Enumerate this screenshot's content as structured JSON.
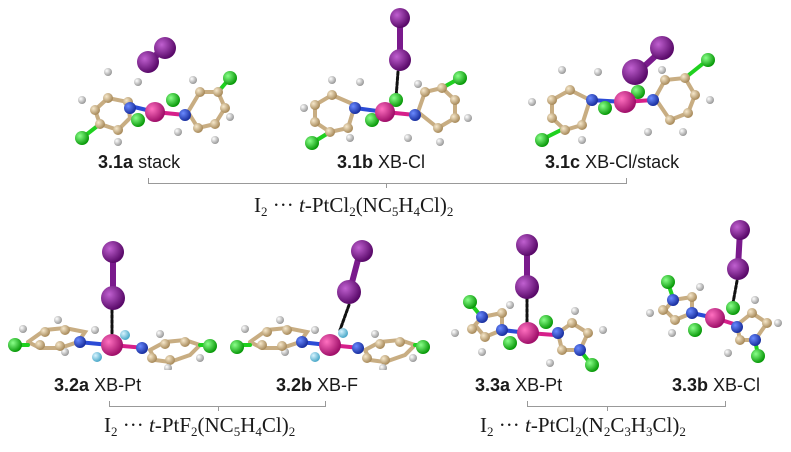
{
  "figure": {
    "group1": {
      "formula_parts": {
        "a": "I",
        "a_sub": "2",
        "dots": " ··· ",
        "t": "t",
        "b": "-PtCl",
        "b_sub": "2",
        "c": "(NC",
        "c_sub": "5",
        "d": "H",
        "d_sub": "4",
        "e": "Cl)",
        "e_sub": "2"
      },
      "structures": [
        {
          "id": "3.1a",
          "desc": "stack"
        },
        {
          "id": "3.1b",
          "desc": "XB-Cl"
        },
        {
          "id": "3.1c",
          "desc": "XB-Cl/stack"
        }
      ]
    },
    "group2": {
      "formula_parts": {
        "a": "I",
        "a_sub": "2",
        "dots": " ··· ",
        "t": "t",
        "b": "-PtF",
        "b_sub": "2",
        "c": "(NC",
        "c_sub": "5",
        "d": "H",
        "d_sub": "4",
        "e": "Cl)",
        "e_sub": "2"
      },
      "structures": [
        {
          "id": "3.2a",
          "desc": "XB-Pt"
        },
        {
          "id": "3.2b",
          "desc": "XB-F"
        }
      ]
    },
    "group3": {
      "formula_parts": {
        "a": "I",
        "a_sub": "2",
        "dots": " ··· ",
        "t": "t",
        "b": "-PtCl",
        "b_sub": "2",
        "c": "(N",
        "c_sub": "2",
        "d": "C",
        "d_sub": "3",
        "e": "H",
        "e_sub": "3",
        "f": "Cl)",
        "f_sub": "2"
      },
      "structures": [
        {
          "id": "3.3a",
          "desc": "XB-Pt"
        },
        {
          "id": "3.3b",
          "desc": "XB-Cl"
        }
      ]
    }
  },
  "colors": {
    "iodine": "#7a1a8c",
    "platinum": "#d61f8a",
    "nitrogen": "#2b4bd6",
    "chlorine": "#1fd11f",
    "fluorine": "#8fd6ee",
    "carbon": "#d9c09a",
    "hydrogen": "#f2f2f2"
  }
}
